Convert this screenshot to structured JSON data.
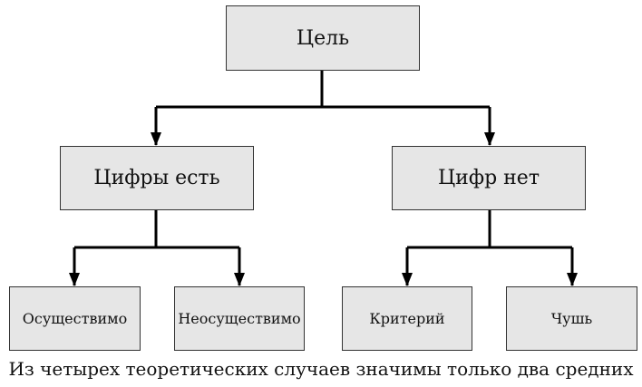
{
  "diagram": {
    "root": {
      "label": "Цель"
    },
    "branches": [
      {
        "label": "Цифры есть",
        "children": [
          {
            "label": "Осуществимо"
          },
          {
            "label": "Неосуществимо"
          }
        ]
      },
      {
        "label": "Цифр нет",
        "children": [
          {
            "label": "Критерий"
          },
          {
            "label": "Чушь"
          }
        ]
      }
    ],
    "caption": "Из четырех теоретических случаев значимы только два средних"
  }
}
